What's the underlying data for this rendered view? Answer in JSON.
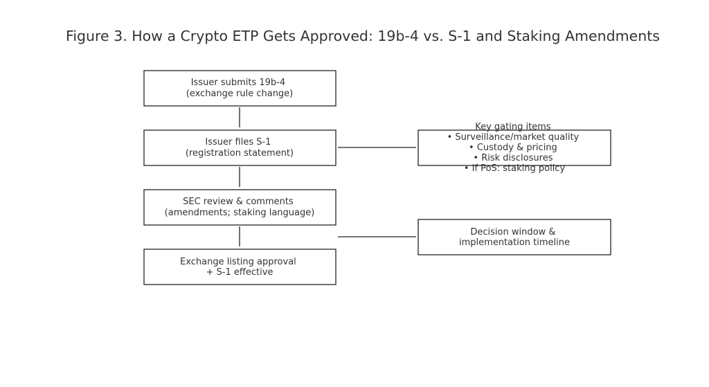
{
  "title": "Figure 3. How a Crypto ETP Gets Approved: 19b-4 vs. S-1 and Staking Amendments",
  "steps": [
    {
      "lines": [
        "Issuer submits 19b-4",
        "(exchange rule change)"
      ]
    },
    {
      "lines": [
        "Issuer files S-1",
        "(registration statement)"
      ]
    },
    {
      "lines": [
        "SEC review & comments",
        "(amendments; staking language)"
      ]
    },
    {
      "lines": [
        "Exchange listing approval",
        "+ S-1 effective"
      ]
    }
  ],
  "side_boxes": [
    {
      "lines": [
        "Key gating items",
        "• Surveillance/market quality",
        "• Custody & pricing",
        "• Risk disclosures",
        "• If PoS: staking policy"
      ]
    },
    {
      "lines": [
        "Decision window &",
        "implementation timeline"
      ]
    }
  ],
  "colors": {
    "text": "#333333",
    "stroke": "#222222",
    "background": "#ffffff"
  }
}
